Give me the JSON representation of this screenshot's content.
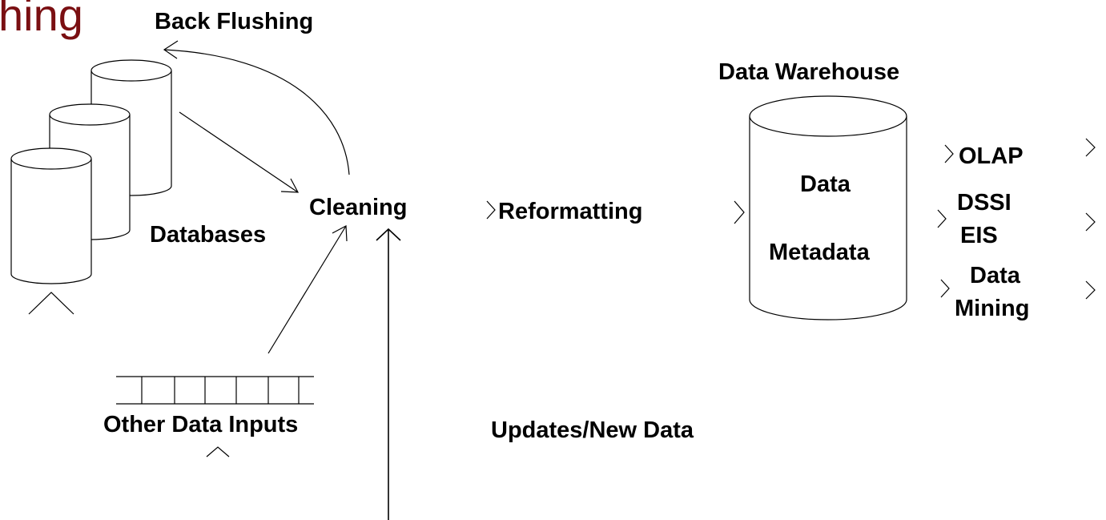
{
  "slide": {
    "title_fragment": "hing"
  },
  "diagram": {
    "back_flushing": "Back Flushing",
    "data_warehouse": "Data Warehouse",
    "databases": "Databases",
    "cleaning": "Cleaning",
    "reformatting": "Reformatting",
    "warehouse_content": [
      "Data",
      "Metadata"
    ],
    "other_data_inputs": "Other Data Inputs",
    "updates_new_data": "Updates/New Data",
    "outputs": [
      {
        "lines": [
          "OLAP"
        ]
      },
      {
        "lines": [
          "DSSI",
          "EIS"
        ]
      },
      {
        "lines": [
          "Data",
          "Mining"
        ]
      }
    ]
  }
}
